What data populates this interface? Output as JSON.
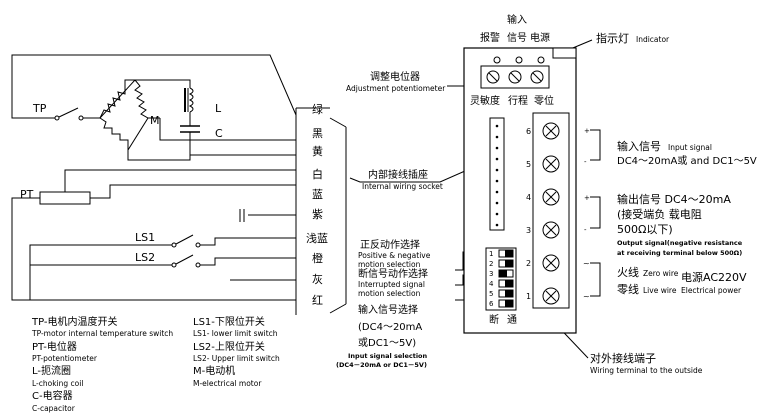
{
  "wire_labels": [
    "绿",
    "黑",
    "黄",
    "白",
    "蓝",
    "紫",
    "浅蓝",
    "橙",
    "灰",
    "红"
  ],
  "motor": {
    "tp": "TP",
    "m": "M",
    "l": "L",
    "c": "C",
    "pt": "PT",
    "ls1": "LS1",
    "ls2": "LS2"
  },
  "legend": {
    "tp_zh": "TP-电机内温度开关",
    "tp_en": "TP-motor internal temperature switch",
    "pt_zh": "PT-电位器",
    "pt_en": "PT-potentiometer",
    "l_zh": "L-扼流圈",
    "l_en": "L-choking coil",
    "c_zh": "C-电容器",
    "c_en": "C-capacitor",
    "ls1_zh": "LS1-下限位开关",
    "ls1_en": "LS1- lower limit switch",
    "ls2_zh": "LS2-上限位开关",
    "ls2_en": "LS2- Upper limit switch",
    "m_zh": "M-电动机",
    "m_en": "M-electrical motor"
  },
  "callouts": {
    "adjust_zh": "调整电位器",
    "adjust_en": "Adjustment potentiometer",
    "socket_zh": "内部接线插座",
    "socket_en": "Internal wiring socket",
    "pos_neg_zh": "正反动作选择",
    "pos_neg_en1": "Positive & negative",
    "pos_neg_en2": "motion selection",
    "interrupt_zh": "断信号动作选择",
    "interrupt_en1": "Interrupted signal",
    "interrupt_en2": "motion selection",
    "input_sel_zh": "输入信号选择",
    "input_sel_range1": "(DC4～20mA",
    "input_sel_range2": "或DC1～5V)",
    "input_sel_en1": "Input signal selection",
    "input_sel_en2": "(DC4－20mA or DC1－5V)",
    "indicator_zh": "指示灯",
    "indicator_en": "Indicator",
    "terminal_zh": "对外接线端子",
    "terminal_en": "Wiring terminal to the outside"
  },
  "board": {
    "input_title": "输入",
    "led_labels": [
      "报警",
      "信号",
      "电源"
    ],
    "pot_labels": [
      "灵敏度",
      "行程",
      "零位"
    ],
    "terminal_numbers": [
      "6",
      "5",
      "4",
      "3",
      "2",
      "1"
    ],
    "dip_numbers": [
      "1",
      "2",
      "3",
      "4",
      "5",
      "6"
    ],
    "dip_off": "断",
    "dip_on": "通"
  },
  "right_labels": {
    "input_signal_zh": "输入信号",
    "input_signal_en": "Input signal",
    "input_signal_range": "DC4～20mA或  and  DC1～5V",
    "output_signal_zh": "输出信号 DC4～20mA",
    "output_load_zh": "(接受端负 载电阻",
    "output_ohm": "500Ω以下)",
    "output_en1": "Output signal(negative resistance",
    "output_en2": "at receiving terminal below 500Ω)",
    "fire_zh": "火线",
    "fire_en": "Zero wire",
    "zero_zh": "零线",
    "zero_en": "Live wire",
    "power_zh": "电源AC220V",
    "power_en": "Electrical power",
    "plus1": "+",
    "minus1": "-",
    "plus2": "+",
    "minus2": "-",
    "tilde1": "~",
    "tilde2": "~"
  }
}
